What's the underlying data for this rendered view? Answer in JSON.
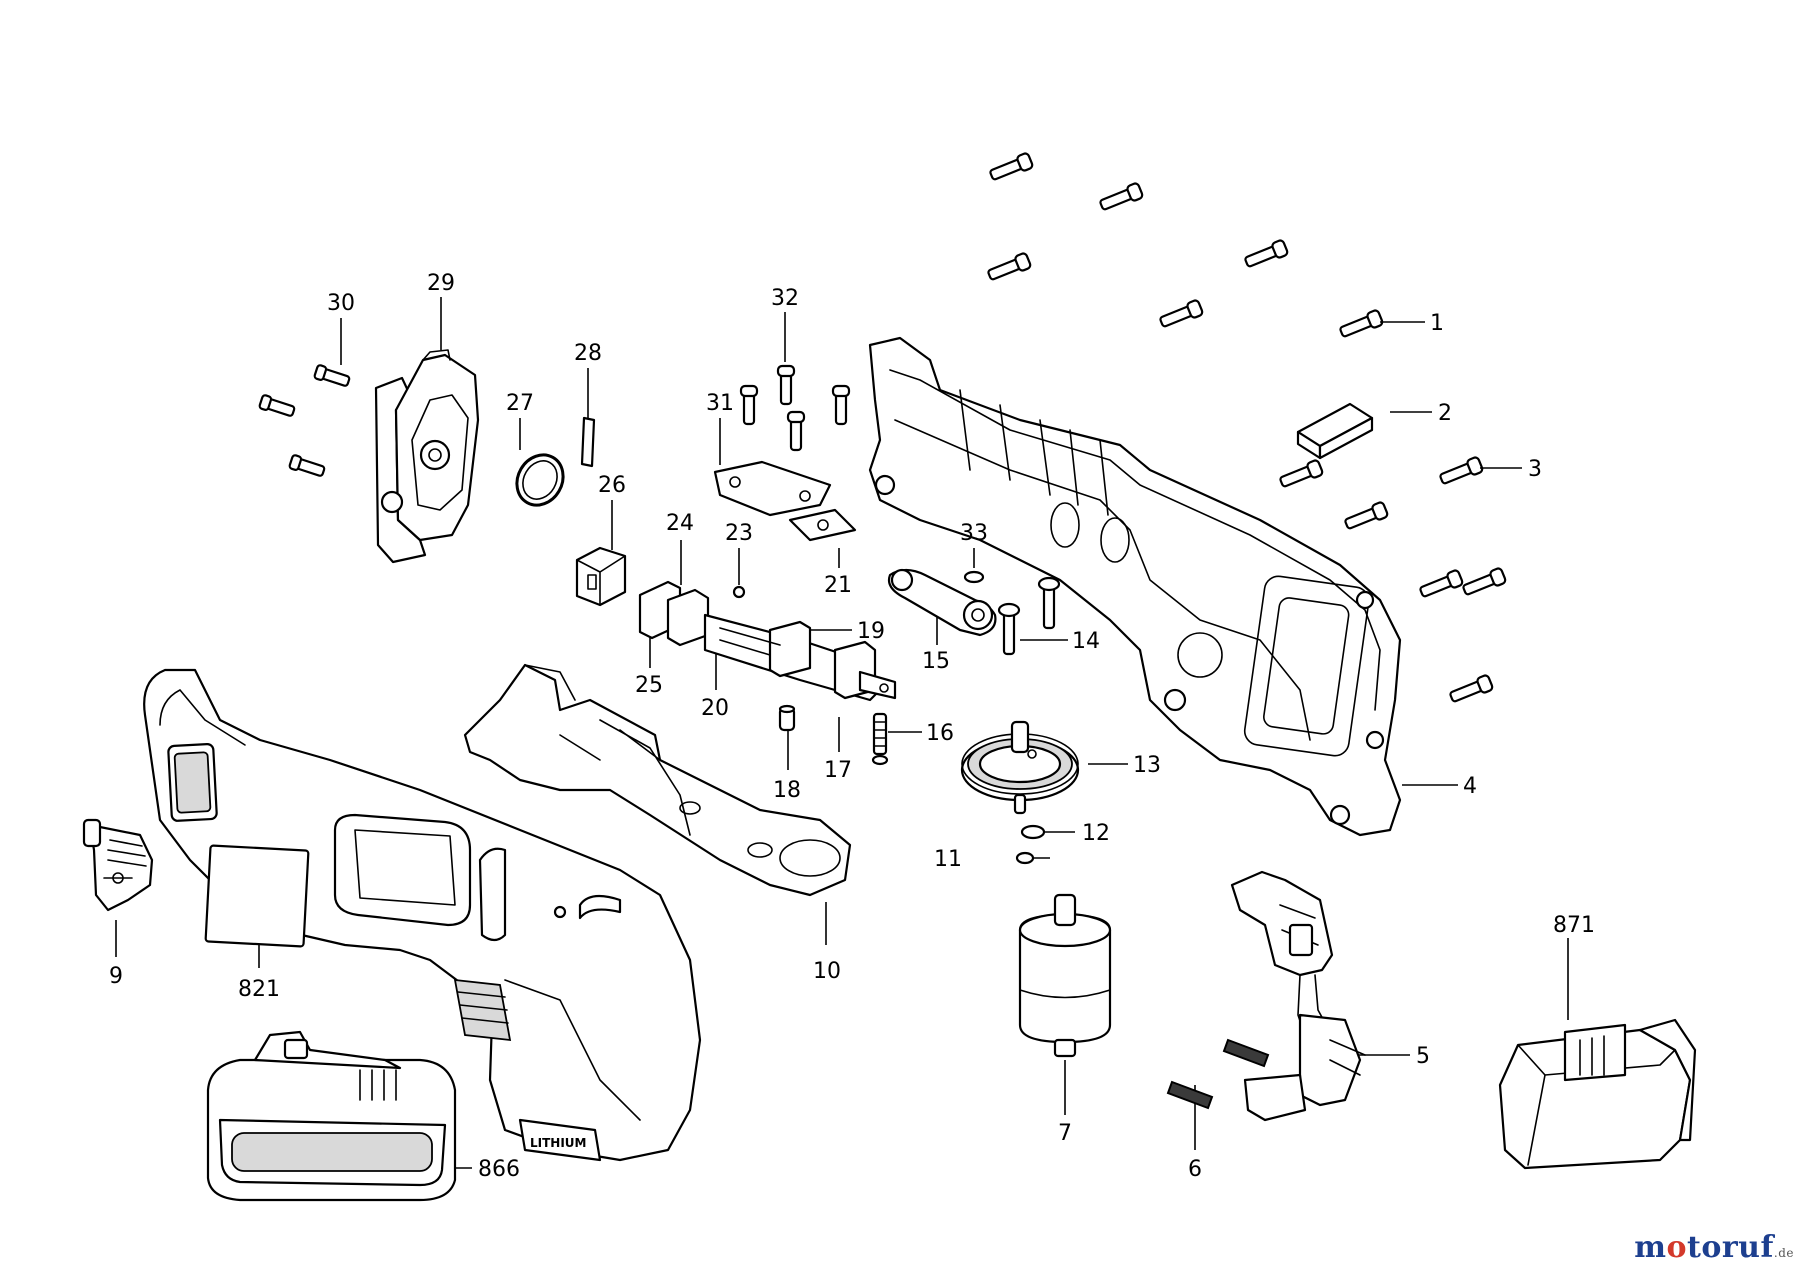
{
  "labels": {
    "p1": "1",
    "p2": "2",
    "p3": "3",
    "p4": "4",
    "p5": "5",
    "p6": "6",
    "p7": "7",
    "p9": "9",
    "p10": "10",
    "p11": "11",
    "p12": "12",
    "p13": "13",
    "p14": "14",
    "p15": "15",
    "p16": "16",
    "p17": "17",
    "p18": "18",
    "p19": "19",
    "p20": "20",
    "p21": "21",
    "p23": "23",
    "p24": "24",
    "p25": "25",
    "p26": "26",
    "p27": "27",
    "p28": "28",
    "p29": "29",
    "p30": "30",
    "p31": "31",
    "p32": "32",
    "p33": "33",
    "p821": "821",
    "p866": "866",
    "p871": "871"
  },
  "battery_text": "LITHIUM",
  "watermark": {
    "brand_a": "m",
    "brand_o": "o",
    "brand_b": "toruf",
    "tld": ".de"
  }
}
